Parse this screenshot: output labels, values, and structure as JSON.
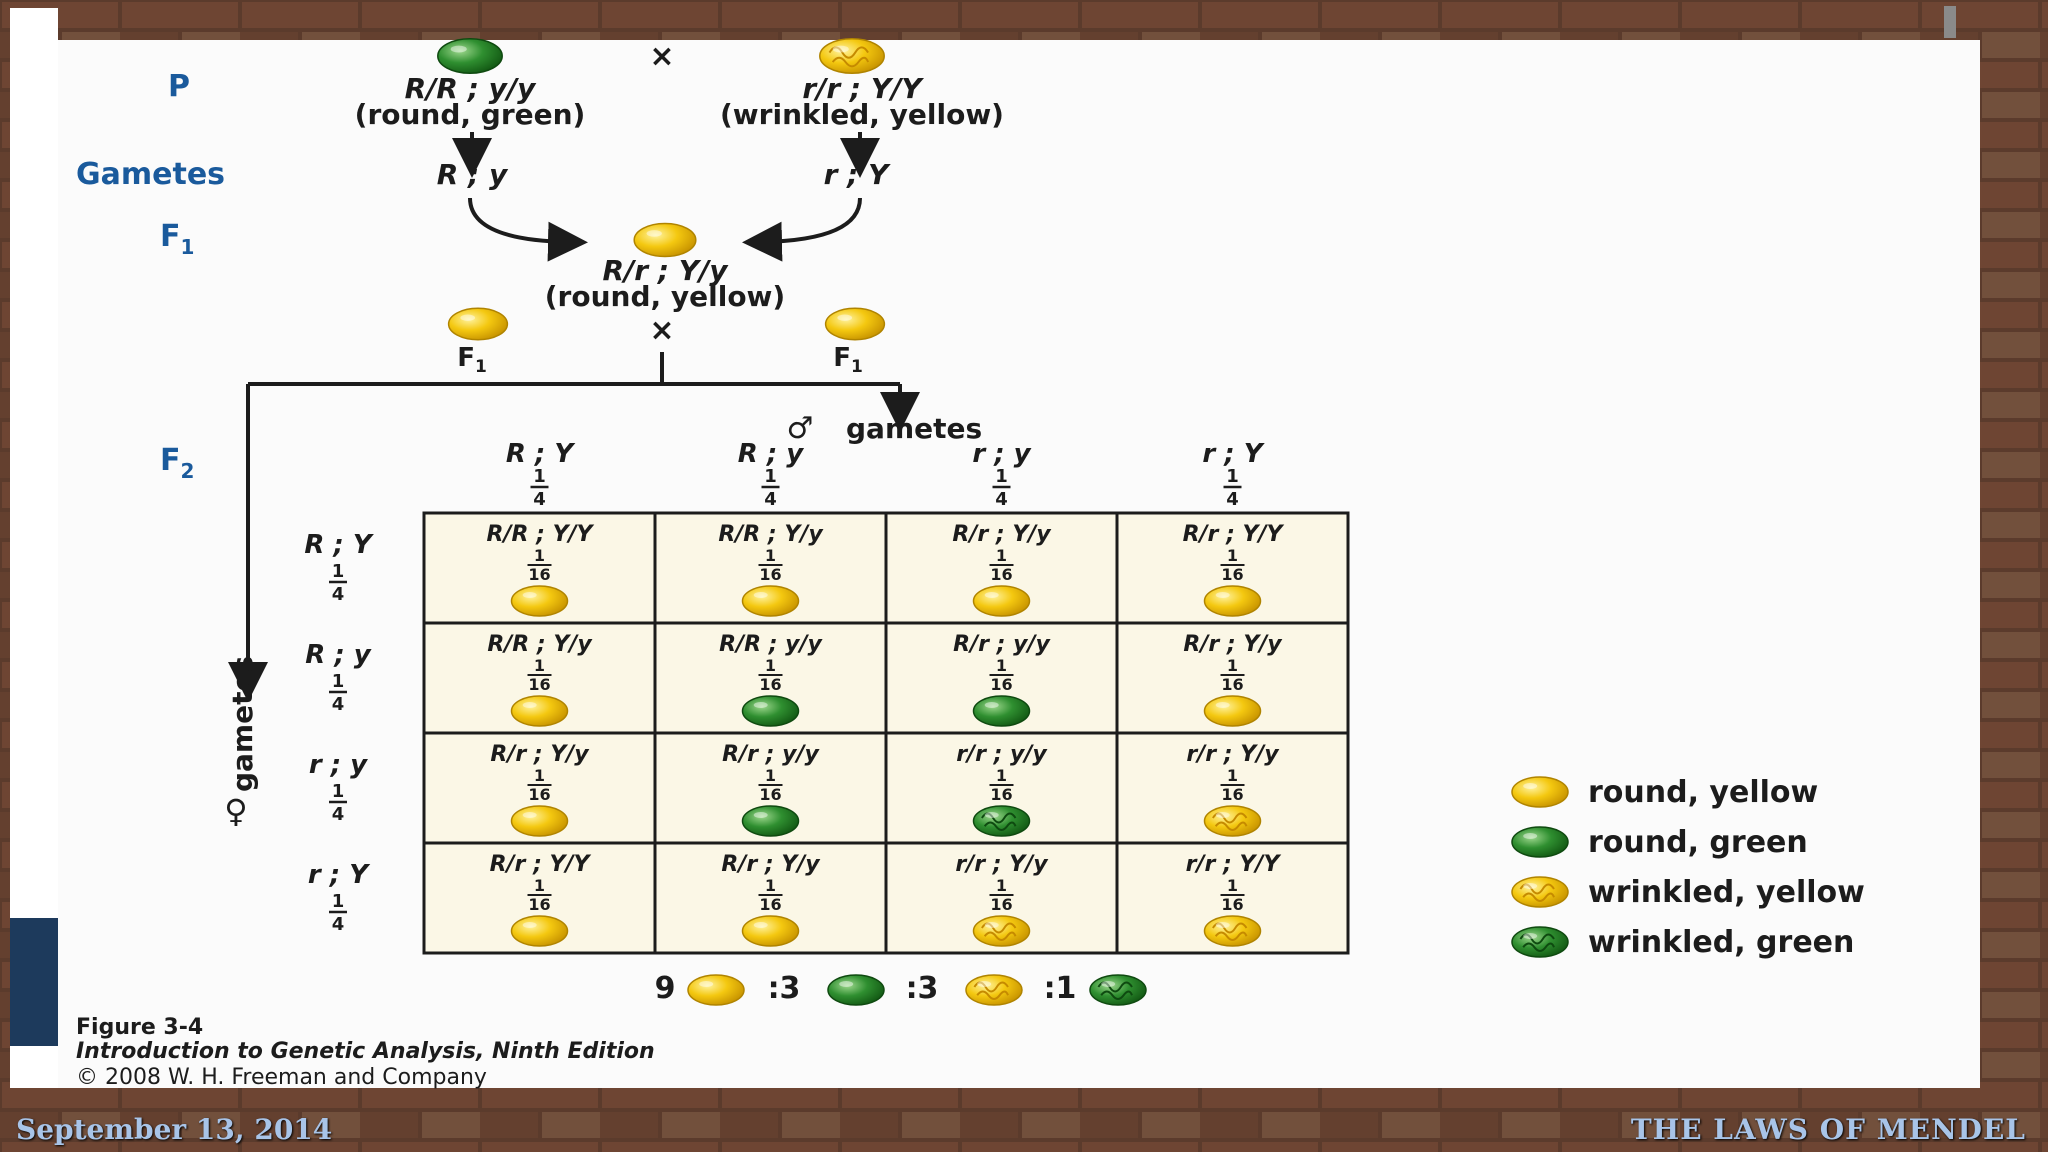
{
  "slide": {
    "date": "September  13, 2014",
    "topic": "THE LAWS OF MENDEL"
  },
  "figure": {
    "generations": {
      "p": "P",
      "gametes": "Gametes",
      "f1": "F",
      "f1_sub": "1",
      "f2": "F",
      "f2_sub": "2"
    },
    "cross_symbol": "×",
    "parent_left": {
      "genotype": "R/R ; y/y",
      "phenotype": "(round, green)",
      "gamete": "R ; y"
    },
    "parent_right": {
      "genotype": "r/r ; Y/Y",
      "phenotype": "(wrinkled, yellow)",
      "gamete": "r ; Y"
    },
    "f1": {
      "genotype": "R/r ; Y/y",
      "phenotype": "(round, yellow)",
      "label": "F",
      "label_sub": "1"
    },
    "male_gametes": {
      "symbol": "♂",
      "label": "gametes"
    },
    "female_gametes": {
      "symbol": "♀",
      "label": "gametes"
    },
    "gamete_fraction": {
      "num": "1",
      "den": "4"
    },
    "cell_fraction": {
      "num": "1",
      "den": "16"
    },
    "columns": [
      "R ; Y",
      "R ; y",
      "r ; y",
      "r ; Y"
    ],
    "rows": [
      "R ; Y",
      "R ; y",
      "r ; y",
      "r ; Y"
    ],
    "cells": [
      [
        {
          "g": "R/R ; Y/Y",
          "p": "ry"
        },
        {
          "g": "R/R ; Y/y",
          "p": "ry"
        },
        {
          "g": "R/r ; Y/y",
          "p": "ry"
        },
        {
          "g": "R/r ; Y/Y",
          "p": "ry"
        }
      ],
      [
        {
          "g": "R/R ; Y/y",
          "p": "ry"
        },
        {
          "g": "R/R ; y/y",
          "p": "rg"
        },
        {
          "g": "R/r ; y/y",
          "p": "rg"
        },
        {
          "g": "R/r ; Y/y",
          "p": "ry"
        }
      ],
      [
        {
          "g": "R/r ; Y/y",
          "p": "ry"
        },
        {
          "g": "R/r ; y/y",
          "p": "rg"
        },
        {
          "g": "r/r ; y/y",
          "p": "wg"
        },
        {
          "g": "r/r ; Y/y",
          "p": "wy"
        }
      ],
      [
        {
          "g": "R/r ; Y/Y",
          "p": "ry"
        },
        {
          "g": "R/r ; Y/y",
          "p": "ry"
        },
        {
          "g": "r/r ; Y/y",
          "p": "wy"
        },
        {
          "g": "r/r ; Y/Y",
          "p": "wy"
        }
      ]
    ],
    "ratio": {
      "a": "9",
      "b": ":3",
      "c": ":3",
      "d": ":1"
    },
    "legend": [
      {
        "label": "round, yellow",
        "pea": "ry"
      },
      {
        "label": "round, green",
        "pea": "rg"
      },
      {
        "label": "wrinkled, yellow",
        "pea": "wy"
      },
      {
        "label": "wrinkled, green",
        "pea": "wg"
      }
    ],
    "caption": {
      "figure": "Figure 3-4",
      "book": "Introduction to Genetic Analysis, Ninth Edition",
      "copyright": "© 2008 W. H. Freeman and Company"
    }
  },
  "colors": {
    "yellow": "#f2c200",
    "green": "#2e8a2e",
    "grid_bg": "#fbf7e6",
    "gen_blue": "#1a5a9c"
  }
}
